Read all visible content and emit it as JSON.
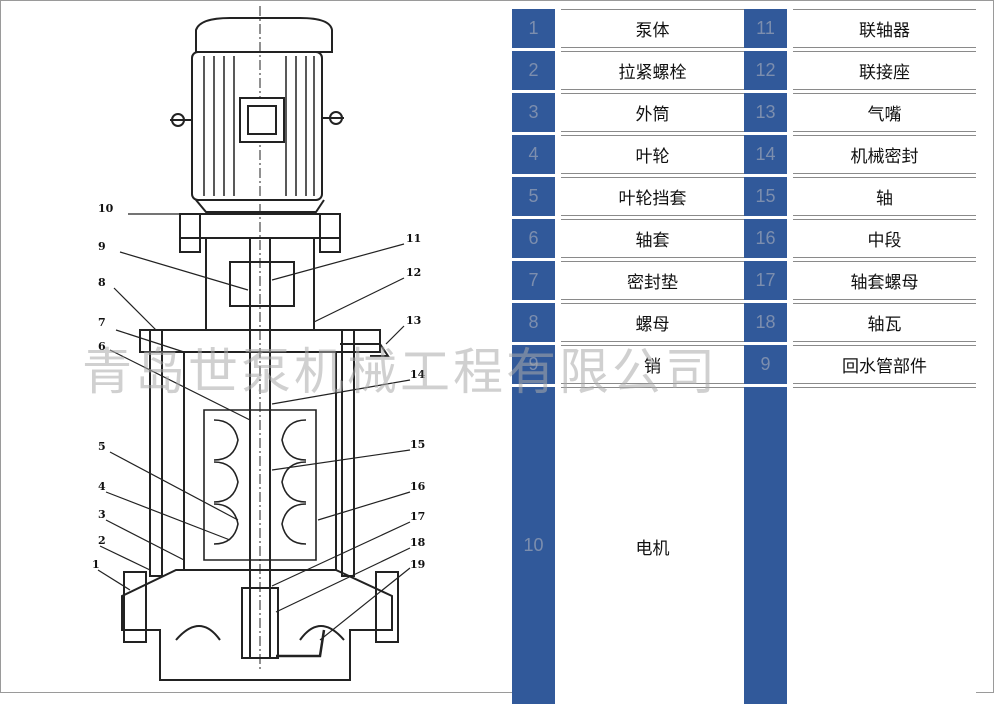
{
  "callouts": [
    "10",
    "9",
    "8",
    "7",
    "6",
    "5",
    "4",
    "3",
    "2",
    "1",
    "11",
    "12",
    "13",
    "14",
    "15",
    "16",
    "17",
    "18",
    "19"
  ],
  "left_table": [
    {
      "num": "1",
      "name": "泵体"
    },
    {
      "num": "2",
      "name": "拉紧螺栓"
    },
    {
      "num": "3",
      "name": "外筒"
    },
    {
      "num": "4",
      "name": "叶轮"
    },
    {
      "num": "5",
      "name": "叶轮挡套"
    },
    {
      "num": "6",
      "name": "轴套"
    },
    {
      "num": "7",
      "name": "密封垫"
    },
    {
      "num": "8",
      "name": "螺母"
    },
    {
      "num": "9",
      "name": "销"
    },
    {
      "num": "10",
      "name": "电机"
    }
  ],
  "right_table": [
    {
      "num": "11",
      "name": "联轴器"
    },
    {
      "num": "12",
      "name": "联接座"
    },
    {
      "num": "13",
      "name": "气嘴"
    },
    {
      "num": "14",
      "name": "机械密封"
    },
    {
      "num": "15",
      "name": "轴"
    },
    {
      "num": "16",
      "name": "中段"
    },
    {
      "num": "17",
      "name": "轴套螺母"
    },
    {
      "num": "18",
      "name": "轴瓦"
    },
    {
      "num": "9",
      "name": "回水管部件"
    },
    {
      "num": "",
      "name": ""
    }
  ],
  "watermark": "青岛世泵机械工程有限公司",
  "colors": {
    "num_cell": "#31599a",
    "line": "#222222"
  }
}
